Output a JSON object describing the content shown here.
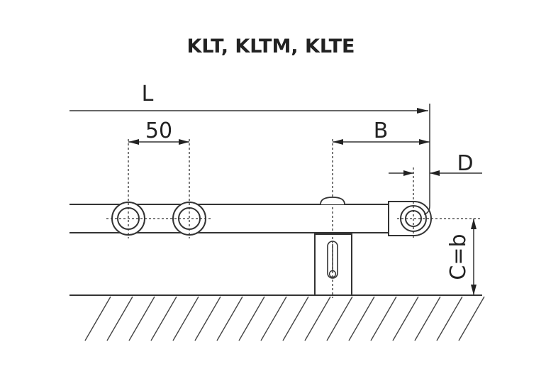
{
  "diagram": {
    "title": "KLT, KLTM, KLTE",
    "dimensions": {
      "L": "L",
      "spacing": "50",
      "B": "B",
      "D": "D",
      "C": "C=b"
    }
  }
}
